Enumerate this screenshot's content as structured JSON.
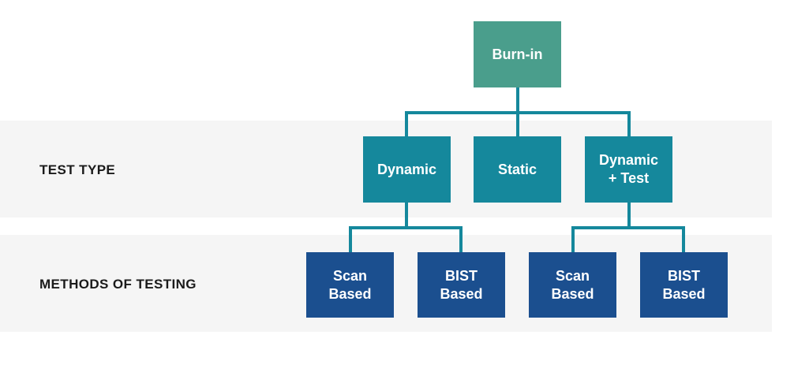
{
  "diagram": {
    "row_labels": {
      "test_type": "TEST TYPE",
      "methods": "METHODS OF TESTING"
    },
    "root": {
      "label": "Burn-in"
    },
    "test_types": [
      {
        "label": "Dynamic"
      },
      {
        "label": "Static"
      },
      {
        "label_line1": "Dynamic",
        "label_line2": "+ Test"
      }
    ],
    "methods": [
      {
        "line1": "Scan",
        "line2": "Based"
      },
      {
        "line1": "BIST",
        "line2": "Based"
      },
      {
        "line1": "Scan",
        "line2": "Based"
      },
      {
        "line1": "BIST",
        "line2": "Based"
      }
    ],
    "colors": {
      "root": "#4a9e8c",
      "test_type": "#15889c",
      "method": "#1b4f8f",
      "connector": "#15889c",
      "band": "#f5f5f5"
    }
  }
}
